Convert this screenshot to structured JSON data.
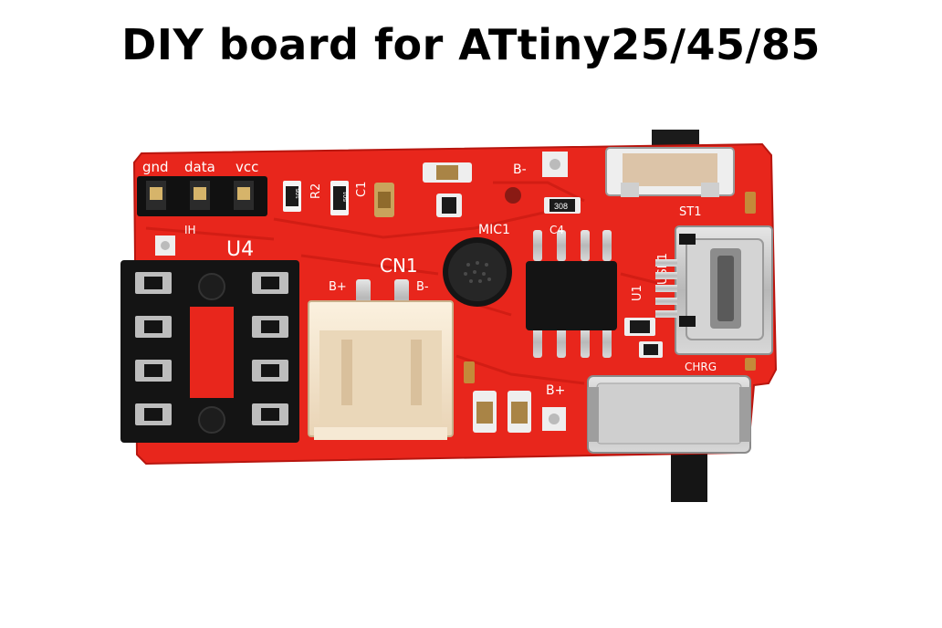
{
  "title": "DIY board for ATtiny25/45/85",
  "board": {
    "header_labels": [
      "gnd",
      "data",
      "vcc"
    ],
    "header_ref": "IH",
    "socket_ref": "U4",
    "connector_ref": "CN1",
    "connector_pins": [
      "B+",
      "B-"
    ],
    "mic_ref": "MIC1",
    "battery_minus": "B-",
    "battery_plus": "B+",
    "switch_ref": "ST1",
    "charge_label": "CHRG",
    "resistor_ref": "R2",
    "cap_ref": "C1",
    "ic_ref": "U1",
    "usb_ref": "USB1",
    "cap2_ref": "C4",
    "marking_105": "105",
    "marking_501": "501",
    "marking_308": "308"
  },
  "colors": {
    "pcb": "#e8261c",
    "pcb_dark": "#c41a12",
    "socket": "#141414",
    "connector": "#f3e3cb",
    "metal": "#c9c9c9"
  }
}
